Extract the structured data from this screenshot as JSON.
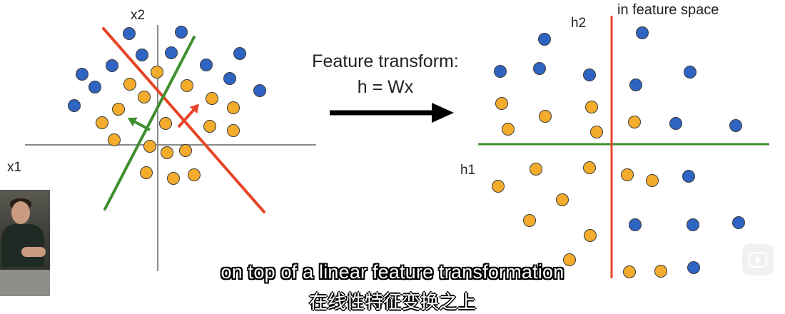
{
  "left_plot": {
    "x_axis_label": "x1",
    "y_axis_label": "x2",
    "blue_points": [
      [
        181,
        47
      ],
      [
        254,
        45
      ],
      [
        199,
        77
      ],
      [
        240,
        74
      ],
      [
        157,
        92
      ],
      [
        115,
        104
      ],
      [
        133,
        122
      ],
      [
        104,
        148
      ],
      [
        289,
        91
      ],
      [
        322,
        110
      ],
      [
        336,
        75
      ],
      [
        364,
        127
      ]
    ],
    "orange_points": [
      [
        220,
        101
      ],
      [
        182,
        118
      ],
      [
        202,
        136
      ],
      [
        262,
        120
      ],
      [
        297,
        138
      ],
      [
        327,
        151
      ],
      [
        166,
        153
      ],
      [
        143,
        172
      ],
      [
        232,
        173
      ],
      [
        294,
        177
      ],
      [
        327,
        183
      ],
      [
        160,
        196
      ],
      [
        210,
        205
      ],
      [
        234,
        214
      ],
      [
        260,
        211
      ],
      [
        205,
        242
      ],
      [
        243,
        250
      ],
      [
        272,
        245
      ]
    ],
    "red_line": [
      [
        145,
        40
      ],
      [
        370,
        297
      ]
    ],
    "green_line": [
      [
        272,
        52
      ],
      [
        147,
        293
      ]
    ],
    "red_arrow": [
      [
        250,
        178
      ],
      [
        275,
        150
      ]
    ],
    "green_arrow": [
      [
        210,
        182
      ],
      [
        184,
        168
      ]
    ]
  },
  "middle": {
    "line1": "Feature transform:",
    "line2": "h = Wx"
  },
  "right_plot": {
    "title": "in feature space",
    "x_axis_label": "h1",
    "y_axis_label": "h2",
    "blue_points": [
      [
        763,
        55
      ],
      [
        900,
        46
      ],
      [
        701,
        100
      ],
      [
        756,
        96
      ],
      [
        826,
        105
      ],
      [
        891,
        119
      ],
      [
        967,
        101
      ],
      [
        947,
        173
      ],
      [
        1031,
        176
      ],
      [
        965,
        247
      ],
      [
        890,
        315
      ],
      [
        971,
        315
      ],
      [
        1035,
        312
      ],
      [
        972,
        375
      ]
    ],
    "orange_points": [
      [
        703,
        145
      ],
      [
        764,
        163
      ],
      [
        829,
        150
      ],
      [
        712,
        181
      ],
      [
        836,
        185
      ],
      [
        889,
        171
      ],
      [
        751,
        237
      ],
      [
        826,
        235
      ],
      [
        879,
        245
      ],
      [
        914,
        253
      ],
      [
        698,
        261
      ],
      [
        788,
        280
      ],
      [
        742,
        309
      ],
      [
        827,
        330
      ],
      [
        798,
        364
      ],
      [
        882,
        381
      ],
      [
        926,
        380
      ]
    ]
  },
  "colors": {
    "blue": "#2f64c2",
    "orange": "#f4ac2d",
    "red": "#e8442a",
    "green": "#3f8f2f",
    "axis": "#8a8a8a"
  },
  "subtitle": {
    "text": "on top of a linear feature transformation",
    "sub_text": "在线性特征变换之上"
  },
  "icons": {
    "presenter": "presenter-video-icon",
    "play": "play-button-icon"
  }
}
